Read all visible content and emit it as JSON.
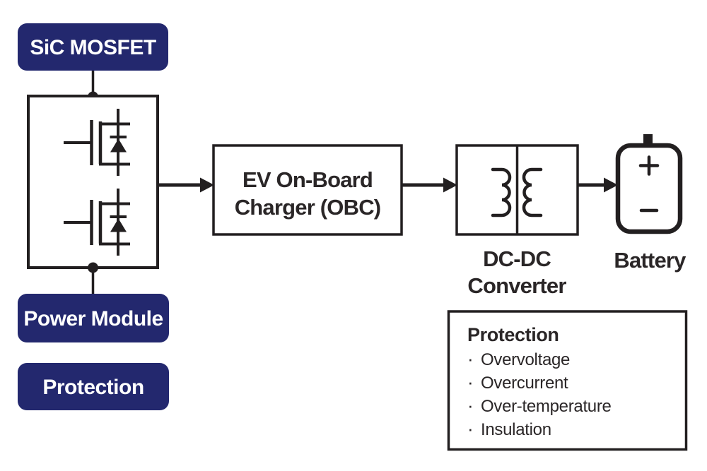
{
  "diagram": {
    "badges": {
      "sic_mosfet": "SiC MOSFET",
      "power_module": "Power Module",
      "protection": "Protection"
    },
    "blocks": {
      "obc": {
        "line1": "EV On-Board",
        "line2": "Charger (OBC)"
      },
      "dcdc": {
        "label_line1": "DC-DC",
        "label_line2": "Converter"
      },
      "battery": {
        "label": "Battery",
        "plus_symbol": "+",
        "minus_symbol": "−"
      }
    },
    "protection_panel": {
      "title": "Protection",
      "bullet": "·",
      "items": [
        "Overvoltage",
        "Overcurrent",
        "Over-temperature",
        "Insulation"
      ]
    },
    "colors": {
      "navy": "#23286e",
      "line": "#221f20",
      "text": "#2a2627",
      "background": "#ffffff"
    }
  }
}
